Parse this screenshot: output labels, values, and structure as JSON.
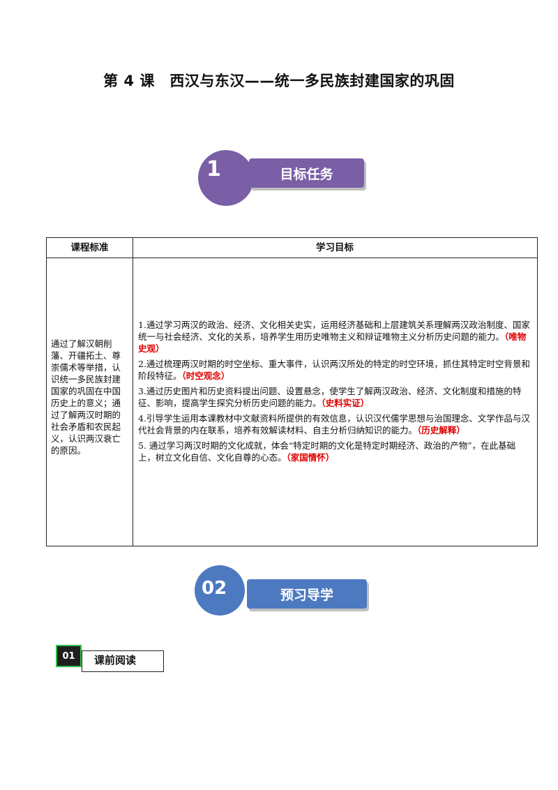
{
  "page": {
    "title": "第 4 课　西汉与东汉——统一多民族封建国家的巩固"
  },
  "sections": {
    "goals": {
      "number": "1",
      "label": "目标任务",
      "color": "#7a5ea6"
    },
    "preview": {
      "number": "02",
      "label": "预习导学",
      "color": "#4d79c0"
    }
  },
  "table": {
    "headers": {
      "standard": "课程标准",
      "goals": "学习目标"
    },
    "standard_text": "通过了解汉朝削藩、开疆拓土、尊崇儒术等举措，认识统一多民族封建国家的巩固在中国历史上的意义；通过了解两汉时期的社会矛盾和农民起义，认识两汉衰亡的原因。",
    "goals": [
      {
        "text": "1.通过学习两汉的政治、经济、文化相关史实，运用经济基础和上层建筑关系理解两汉政治制度、国家统一与社会经济、文化的关系，培养学生用历史唯物主义和辩证唯物主义分析历史问题的能力。",
        "tag": "（唯物史观）"
      },
      {
        "text": "2.通过梳理两汉时期的时空坐标、重大事件，认识两汉所处的特定的时空环境，抓住其特定时空背景和阶段特征。",
        "tag": "（时空观念）"
      },
      {
        "text": "3.通过历史图片和历史资料提出问题、设置悬念，使学生了解两汉政治、经济、文化制度和措施的特征、影响，提高学生探究分析历史问题的能力。",
        "tag": "（史料实证）"
      },
      {
        "text": "4.引导学生运用本课教材中文献资料所提供的有效信息，认识汉代儒学思想与治国理念、文学作品与汉代社会背景的内在联系，培养有效解读材料、自主分析归纳知识的能力。",
        "tag": "（历史解释）"
      },
      {
        "text": "5. 通过学习两汉时期的文化成就，体会“特定时期的文化是特定时期经济、政治的产物”，在此基础上，树立文化自信、文化自尊的心态。",
        "tag": "（家国情怀）"
      }
    ]
  },
  "subsection": {
    "number": "01",
    "label": "课前阅读"
  }
}
